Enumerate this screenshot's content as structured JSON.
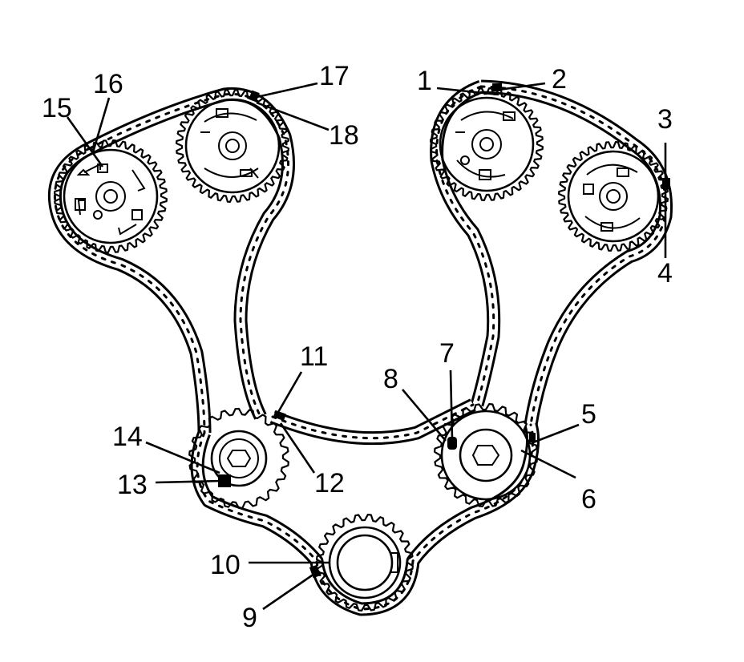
{
  "labels": [
    "1",
    "2",
    "3",
    "4",
    "5",
    "6",
    "7",
    "8",
    "9",
    "10",
    "11",
    "12",
    "13",
    "14",
    "15",
    "16",
    "17",
    "18"
  ],
  "colors": {
    "ink": "#000000",
    "paper": "#ffffff"
  }
}
